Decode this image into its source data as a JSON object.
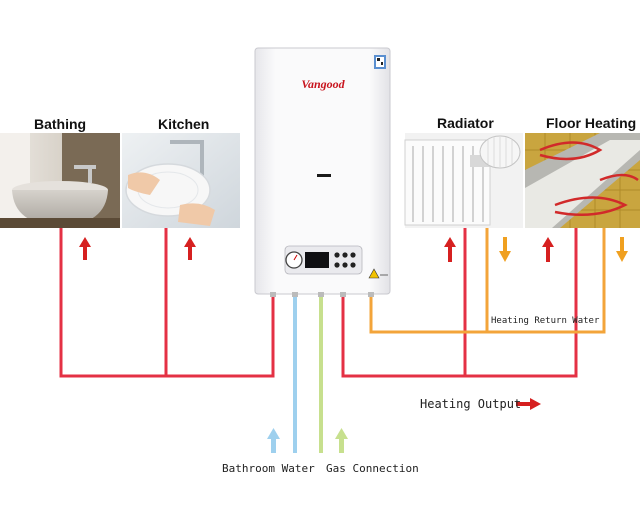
{
  "diagram": {
    "rooms": {
      "bathing": "Bathing",
      "kitchen": "Kitchen",
      "radiator": "Radiator",
      "floor_heating": "Floor Heating"
    },
    "boiler": {
      "brand": "Vangood"
    },
    "flows": {
      "heating_return": "Heating Return Water",
      "heating_output": "Heating Output",
      "bathroom_water": "Bathroom Water",
      "gas_connection": "Gas Connection"
    },
    "colors": {
      "hot_water_pipe": "#e43144",
      "return_pipe": "#f3a43a",
      "cold_water_pipe": "#9ed0ee",
      "gas_pipe": "#c7e08e",
      "red_arrow": "#d62020",
      "orange_arrow": "#f0a020",
      "brand_red": "#c8141e"
    }
  }
}
